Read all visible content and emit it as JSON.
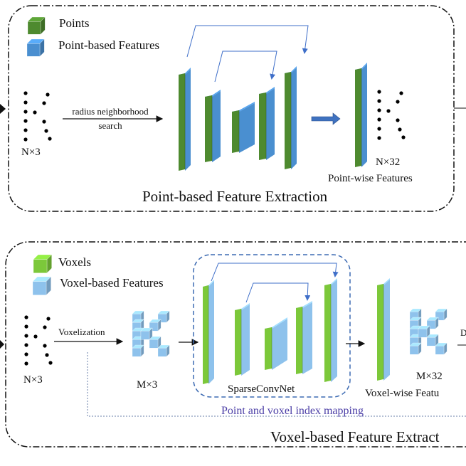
{
  "colors": {
    "point_green": "#4e8a2f",
    "point_blue": "#4a8fd0",
    "voxel_green": "#7cc83a",
    "voxel_blue": "#8ec2ec",
    "skip_arrow": "#3f6fc9",
    "mapping_text": "#4b3ea6"
  },
  "top_panel": {
    "legend": [
      {
        "icon": "green-cube-icon",
        "label": "Points"
      },
      {
        "icon": "blue-cube-icon",
        "label": "Point-based Features"
      }
    ],
    "input_label": "N×3",
    "arrow_label_line1": "radius neighborhood",
    "arrow_label_line2": "search",
    "output_label": "N×32",
    "output_caption": "Point-wise Features",
    "title": "Point-based Feature Extraction"
  },
  "bottom_panel": {
    "legend": [
      {
        "icon": "light-green-cube-icon",
        "label": "Voxels"
      },
      {
        "icon": "light-blue-cube-icon",
        "label": "Voxel-based Features"
      }
    ],
    "input_label": "N×3",
    "arrow_label": "Voxelization",
    "voxel_label": "M×3",
    "network_label": "SparseConvNet",
    "output_label": "M×32",
    "output_caption": "Voxel-wise Featu",
    "mapping_label": "Point and voxel index mapping",
    "cut_label": "D",
    "title": "Voxel-based Feature Extract"
  }
}
